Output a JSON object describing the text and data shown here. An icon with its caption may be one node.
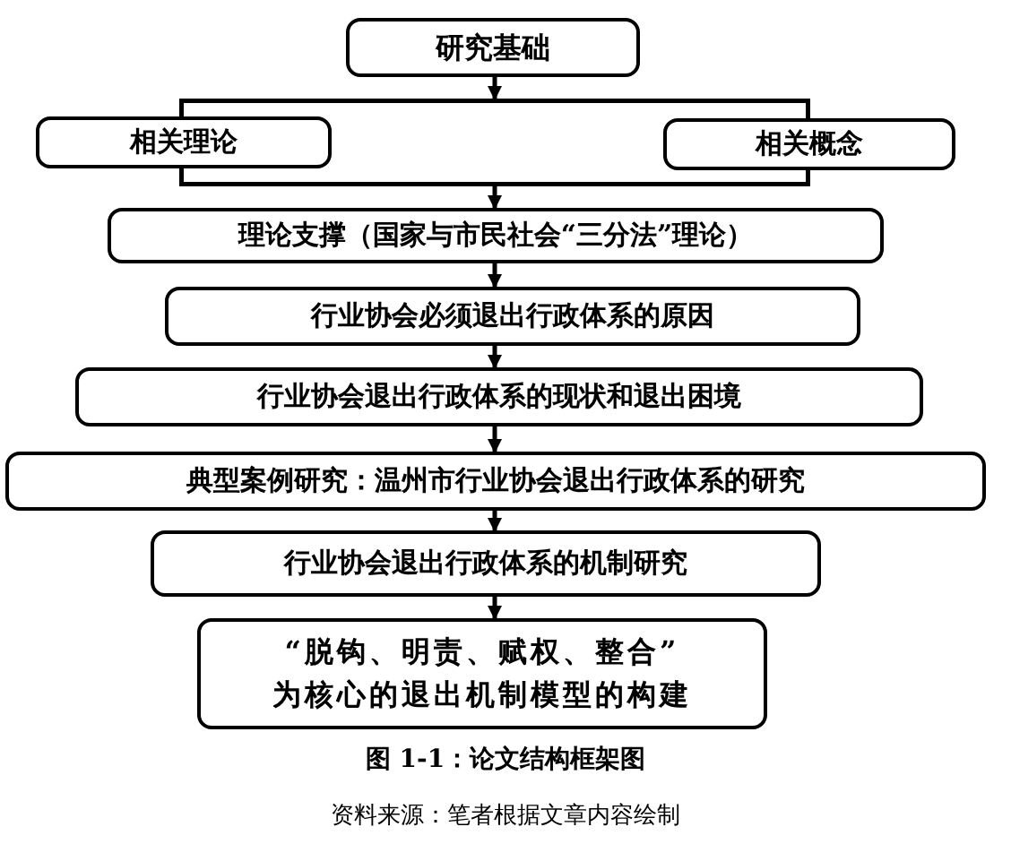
{
  "diagram": {
    "caption": "图 1-1：论文结构框架图",
    "nodes": [
      {
        "text": [
          "研究基础"
        ]
      },
      {
        "text": [],
        "shape": "box"
      },
      {
        "text": [
          "相关理论"
        ]
      },
      {
        "text": [
          "相关概念"
        ]
      },
      {
        "text": [
          "理论支撑（国家与市民社会“三分法”理论）"
        ]
      },
      {
        "text": [
          "行业协会必须退出行政体系的原因"
        ]
      },
      {
        "text": [
          "行业协会退出行政体系的现状和退出困境"
        ]
      },
      {
        "text": [
          "典型案例研究：温州市行业协会退出行政体系的研究"
        ]
      },
      {
        "text": [
          "行业协会退出行政体系的机制研究"
        ]
      },
      {
        "text": [
          "“脱钩、明责、赋权、整合”为核心的退出机制模型的构建"
        ]
      }
    ],
    "edges": [
      {
        "from": 0,
        "to": 1,
        "arrow": "to"
      },
      {
        "from": 1,
        "to": 4,
        "arrow": "to"
      },
      {
        "from": 4,
        "to": 5,
        "arrow": "to"
      },
      {
        "from": 5,
        "to": 6,
        "arrow": "to"
      },
      {
        "from": 6,
        "to": 7,
        "arrow": "to"
      },
      {
        "from": 7,
        "to": 8,
        "arrow": "to"
      },
      {
        "from": 8,
        "to": 9,
        "arrow": "to"
      }
    ],
    "labels": [
      "资料来源：笔者根据文章内容绘制"
    ]
  }
}
